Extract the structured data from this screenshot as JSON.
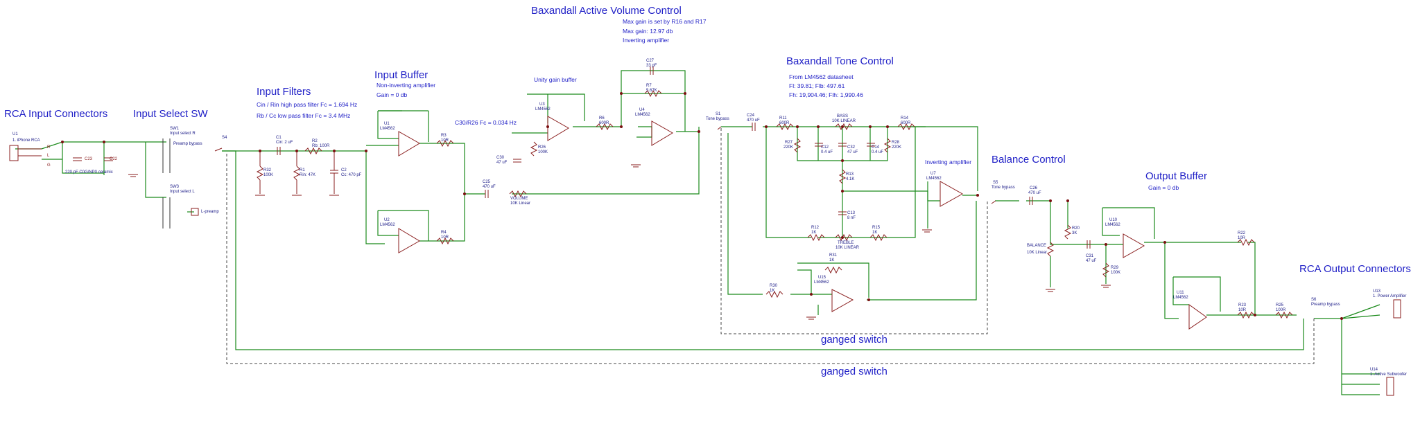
{
  "sections": {
    "rca_input": "RCA Input Connectors",
    "input_select": "Input Select SW",
    "input_filters": "Input Filters",
    "input_buffer": "Input Buffer",
    "volume": "Baxandall Active Volume Control",
    "tone": "Baxandall Tone Control",
    "balance": "Balance Control",
    "output_buffer": "Output Buffer",
    "rca_output": "RCA Output Connectors"
  },
  "notes": {
    "filters_1": "Cin / Rin high pass filter Fc = 1.694 Hz",
    "filters_2": "Rb / Cc low pass filter Fc = 3.4 MHz",
    "buffer_1": "Non-inverting amplifier",
    "buffer_2": "Gain = 0 db",
    "volume_1": "Max gain is set by R16 and R17",
    "volume_2": "Max gain: 12.97 db",
    "volume_3": "Inverting amplifier",
    "unity": "Unity gain buffer",
    "c30": "C30/R26 Fc = 0.034 Hz",
    "tone_1": "From LM4562 datasheet",
    "tone_2": "Fl: 39.81; Flb: 497.61",
    "tone_3": "Fh: 19,904.46; Flh: 1,990.46",
    "inverting": "Inverting amplifier",
    "output_gain": "Gain = 0 db",
    "ganged_1": "ganged switch",
    "ganged_2": "ganged switch"
  },
  "labels": {
    "u1": "U1",
    "u1_desc": "1. iPhone RCA",
    "r_pin": "R",
    "l_pin": "L",
    "g_pin": "G",
    "c23": "C23",
    "c22": "C22",
    "cap_note": "220 pF C0G/NP0 ceramic",
    "sw1": "SW1",
    "sw1_desc": "Input select R",
    "preamp_bypass": "Preamp bypass",
    "sw3": "SW3",
    "sw3_desc": "Input select L",
    "l_preamp": "L-preamp",
    "s4": "S4",
    "c1": "C1",
    "c1_val": "Cin: 2 uF",
    "r2": "R2",
    "r2_val": "Rb: 100R",
    "r32": "R32",
    "r32_val": "100K",
    "r1": "R1",
    "r1_val": "Rin: 47K",
    "c2": "C2",
    "c2_val": "Cc: 470 pF",
    "u1b": "U1",
    "u1b_part": "LM4562",
    "r3": "R3",
    "r3_val": "10R",
    "u2": "U2",
    "u2_part": "LM4562",
    "r4": "R4",
    "r4_val": "10R",
    "c25": "C25",
    "c25_val": "470 uF",
    "c30l": "C30",
    "c30_val": "47 uF",
    "r26": "R26",
    "r26_val": "100K",
    "vol": "VOLUME",
    "vol_val": "10K Linear",
    "u3": "U3",
    "u3_part": "LM4562",
    "r6": "R6",
    "r6_val": "600R",
    "c27": "C27",
    "c27_val": "33 pF",
    "r7": "R7",
    "r7_val": "5.67K",
    "u4": "U4",
    "u4_part": "LM4562",
    "s1": "S1",
    "s1_desc": "Tone bypass",
    "c24": "C24",
    "c24_val": "470 uF",
    "r11": "R11",
    "r11_val": "600R",
    "bass": "BASS",
    "bass_val": "10K LINEAR",
    "r14": "R14",
    "r14_val": "600R",
    "r27": "R27",
    "r27_val": "220K",
    "c12": "C12",
    "c12_val": "0.4 uF",
    "c32": "C32",
    "c32_val": "47 uF",
    "c14": "C14",
    "c14_val": "0.4 uF",
    "r28": "R28",
    "r28_val": "220K",
    "r13": "R13",
    "r13_val": "4.1K",
    "c13": "C13",
    "c13_val": "8 nF",
    "r12": "R12",
    "r12_val": "1K",
    "treble": "TREBLE",
    "treble_val": "10K LINEAR",
    "r15": "R15",
    "r15_val": "1K",
    "u7": "U7",
    "u7_part": "LM4562",
    "r31": "R31",
    "r31_val": "1K",
    "r30": "R30",
    "r30_val": "1K",
    "u15": "U15",
    "u15_part": "LM4562",
    "s5": "S5",
    "s5_desc": "Tone bypass",
    "c26": "C26",
    "c26_val": "470 uF",
    "r20": "R20",
    "r20_val": "3K",
    "balance": "BALANCE",
    "balance_val": "10K Linear",
    "c31": "C31",
    "c31_val": "47 uF",
    "r29": "R29",
    "r29_val": "100K",
    "u10": "U10",
    "u10_part": "LM4562",
    "r22": "R22",
    "r22_val": "10R",
    "u11": "U11",
    "u11_part": "LM4562",
    "r23": "R23",
    "r23_val": "10R",
    "r25": "R25",
    "r25_val": "100R",
    "s6": "S6",
    "s6_desc": "Preamp bypass",
    "u13": "U13",
    "u13_desc": "1. Power Amplifier",
    "u14": "U14",
    "u14_desc": "1. Active Subwoofer"
  },
  "colors": {
    "wire": "#1a8a1a",
    "component": "#8a1e1e",
    "text": "#2121c7",
    "junction": "#7a1010",
    "dashed": "#444444"
  }
}
